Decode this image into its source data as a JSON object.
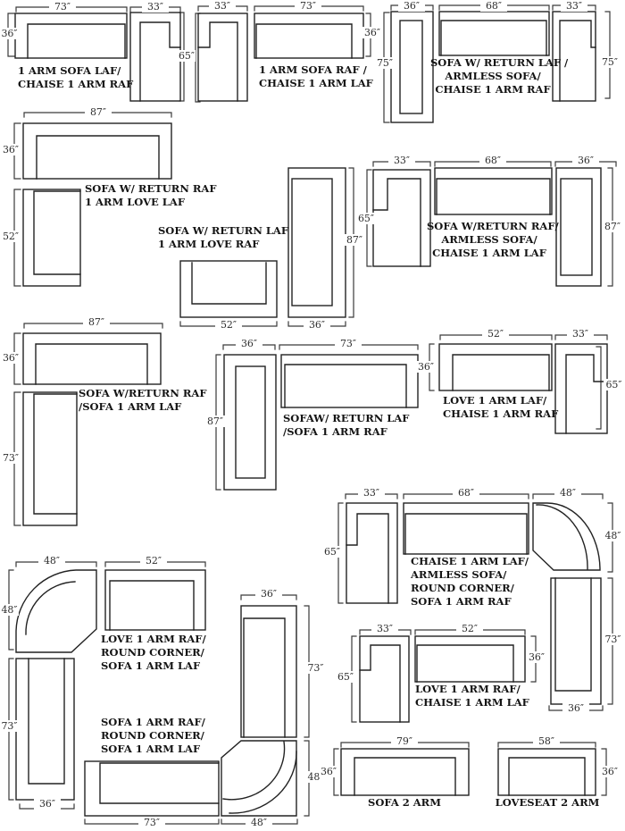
{
  "c01": {
    "line1": "1 ARM SOFA LAF/",
    "line2": "CHAISE 1 ARM  RAF",
    "sofa_w": "73″",
    "sofa_h": "36″",
    "chaise_w": "33″",
    "chaise_h": "65″"
  },
  "c02": {
    "line1": "1 ARM SOFA RAF /",
    "line2": "CHAISE 1 ARM  LAF",
    "sofa_w": "73″",
    "sofa_h": "36″",
    "chaise_w": "33″"
  },
  "c03": {
    "line1": "SOFA W/ RETURN LAF /",
    "line2": "ARMLESS SOFA/",
    "line3": "CHAISE 1 ARM RAF",
    "return_w": "36″",
    "return_h": "75″",
    "mid_w": "68″",
    "chaise_w": "33″",
    "chaise_h": "75″"
  },
  "c04": {
    "line1": "SOFA W/ RETURN RAF",
    "line2": "1 ARM LOVE LAF",
    "sofa_w": "87″",
    "sofa_h": "36″",
    "love_h": "52″"
  },
  "c05": {
    "line1": "SOFA W/ RETURN LAF",
    "line2": "1 ARM LOVE RAF",
    "love_w": "52″",
    "sofa_w": "36″",
    "sofa_h": "87″"
  },
  "c06": {
    "line1": "SOFA W/RETURN RAF/",
    "line2": "ARMLESS SOFA/",
    "line3": "CHAISE 1 ARM LAF",
    "chaise_w": "33″",
    "chaise_h": "65″",
    "mid_w": "68″",
    "return_w": "36″",
    "return_h": "87″"
  },
  "c07": {
    "line1": "SOFA W/RETURN RAF",
    "line2": "/SOFA 1 ARM LAF",
    "sofa_w": "87″",
    "sofa_h": "36″",
    "vert_h": "73″"
  },
  "c08": {
    "line1": "SOFAW/ RETURN LAF",
    "line2": "/SOFA 1 ARM RAF",
    "vert_w": "36″",
    "sofa_w": "73″",
    "vert_h": "87″"
  },
  "c09": {
    "line1": "LOVE 1 ARM LAF/",
    "line2": "CHAISE 1 ARM RAF",
    "love_w": "52″",
    "love_h": "36″",
    "chaise_w": "33″",
    "chaise_h": "65″"
  },
  "c10": {
    "line1": "CHAISE 1 ARM LAF/",
    "line2": "ARMLESS SOFA/",
    "line3": "ROUND CORNER/",
    "line4": "SOFA 1 ARM RAF",
    "chaise_w": "33″",
    "chaise_h": "65″",
    "mid_w": "68″",
    "corner_w": "48″",
    "corner_h": "48″",
    "vert_h": "73″",
    "vert_w": "36″"
  },
  "c11": {
    "line1": "LOVE 1 ARM RAF/",
    "line2": "ROUND CORNER/",
    "line3": "SOFA 1 ARM LAF",
    "corner_w": "48″",
    "corner_h": "48″",
    "love_w": "52″",
    "vert_h": "73″",
    "vert_w": "36″"
  },
  "c12": {
    "line1": "SOFA 1 ARM RAF/",
    "line2": "ROUND CORNER/",
    "line3": "SOFA 1 ARM LAF",
    "vert_w": "36″",
    "vert_h": "73″",
    "corner_h": "48″",
    "sofa_w": "73″",
    "corner_w": "48″"
  },
  "c13": {
    "line1": "LOVE 1 ARM RAF/",
    "line2": "CHAISE 1 ARM LAF",
    "chaise_w": "33″",
    "chaise_h": "65″",
    "love_w": "52″",
    "love_h": "36″"
  },
  "c14": {
    "label": "SOFA 2 ARM",
    "w": "79″",
    "h": "36″"
  },
  "c15": {
    "label": "LOVESEAT 2 ARM",
    "w": "58″",
    "h": "36″"
  }
}
